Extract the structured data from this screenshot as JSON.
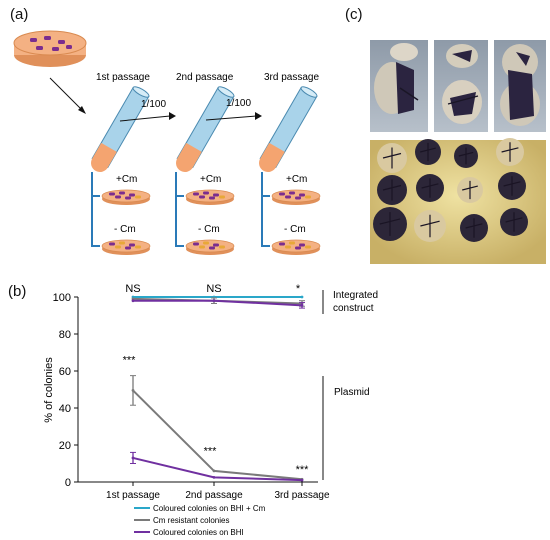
{
  "panels": {
    "a": "(a)",
    "b": "(b)",
    "c": "(c)"
  },
  "schematic": {
    "passages": [
      "1st passage",
      "2nd passage",
      "3rd passage"
    ],
    "dilution": "1/100",
    "plus_cm": "+Cm",
    "minus_cm": "- Cm"
  },
  "colors": {
    "dish_fill": "#f4b183",
    "dish_rim": "#e0905a",
    "colony_purple": "#7b2d8e",
    "colony_yellow": "#e8a838",
    "tube_fill": "#a9d3ea",
    "tube_liquid": "#f4a470",
    "bracket_blue": "#2a7ab8",
    "series_blue": "#2aa7c9",
    "series_grey": "#7a7a7a",
    "series_purple": "#7030a0"
  },
  "chart_data": {
    "type": "line",
    "categories": [
      "1st passage",
      "2nd passage",
      "3rd passage"
    ],
    "ylabel": "% of colonies",
    "ylim": [
      0,
      100
    ],
    "yticks": [
      0,
      20,
      40,
      60,
      80,
      100
    ],
    "series": [
      {
        "name": "Coloured colonies on BHI + Cm",
        "color": "#2aa7c9",
        "values": [
          100,
          100,
          100
        ],
        "errors": [
          0,
          0,
          0
        ]
      },
      {
        "name": "Cm resistant colonies",
        "color": "#7a7a7a",
        "values": [
          99,
          98,
          96.5
        ],
        "errors": [
          0,
          1.5,
          1.5
        ]
      },
      {
        "name": "Coloured colonies on BHI",
        "color": "#7030a0",
        "values": [
          98,
          98,
          95.5
        ],
        "errors": [
          0,
          0,
          1.5
        ]
      },
      {
        "name": "Cm resistant colonies",
        "color": "#7a7a7a",
        "values": [
          49.5,
          6,
          1.5
        ],
        "errors": [
          8,
          0,
          0
        ]
      },
      {
        "name": "Coloured colonies on BHI",
        "color": "#7030a0",
        "values": [
          13,
          2.5,
          1
        ],
        "errors": [
          3,
          0,
          0
        ]
      }
    ],
    "significance_top": [
      "NS",
      "NS",
      "*"
    ],
    "significance_bottom": [
      "***",
      "***",
      "***"
    ],
    "group_labels": {
      "integrated": [
        "Integrated",
        "construct"
      ],
      "plasmid": "Plasmid"
    },
    "legend": [
      "Coloured colonies on BHI + Cm",
      "Cm resistant colonies",
      "Coloured colonies on BHI"
    ]
  }
}
